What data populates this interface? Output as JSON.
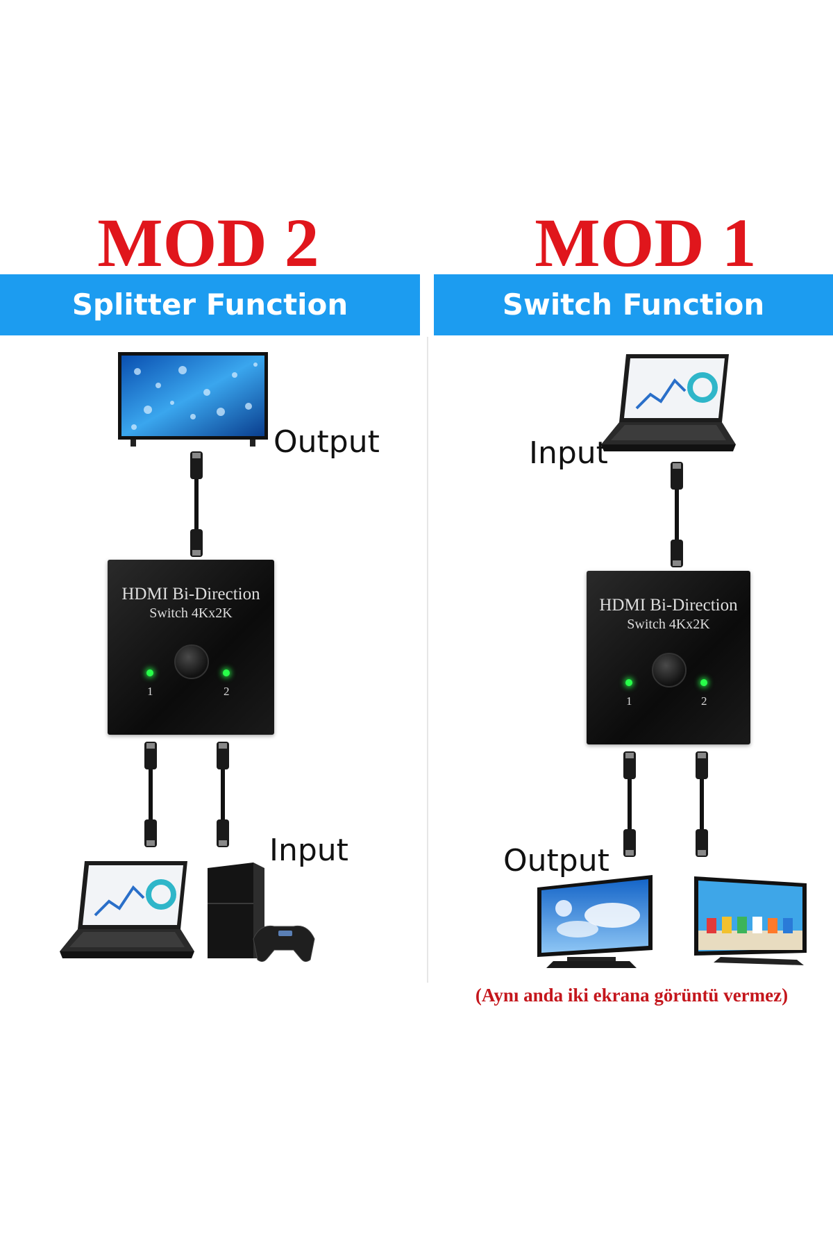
{
  "left": {
    "mode_title": "MOD 2",
    "banner": "Splitter Function",
    "output_label": "Output",
    "input_label": "Input",
    "device": {
      "line1": "HDMI Bi-Direction",
      "line2": "Switch 4Kx2K",
      "port1": "1",
      "port2": "2"
    }
  },
  "right": {
    "mode_title": "MOD 1",
    "banner": "Switch Function",
    "input_label": "Input",
    "output_label": "Output",
    "device": {
      "line1": "HDMI Bi-Direction",
      "line2": "Switch 4Kx2K",
      "port1": "1",
      "port2": "2"
    },
    "note": "(Aynı anda iki ekrana görüntü vermez)"
  },
  "colors": {
    "title_red": "#e0161c",
    "banner_blue": "#1c9cf0",
    "note_red": "#c4161c"
  }
}
